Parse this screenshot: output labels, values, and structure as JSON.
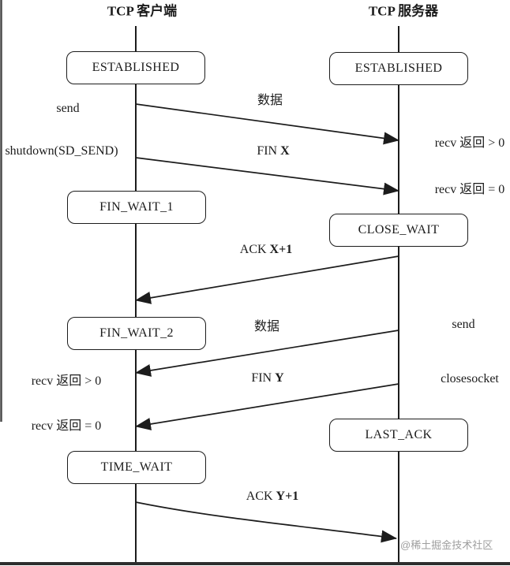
{
  "header": {
    "client_title": "TCP 客户端",
    "server_title": "TCP 服务器"
  },
  "states": {
    "established_client": "ESTABLISHED",
    "established_server": "ESTABLISHED",
    "fin_wait_1": "FIN_WAIT_1",
    "close_wait": "CLOSE_WAIT",
    "fin_wait_2": "FIN_WAIT_2",
    "last_ack": "LAST_ACK",
    "time_wait": "TIME_WAIT"
  },
  "messages": [
    {
      "text": "数据",
      "bold": "",
      "direction": "client-to-server"
    },
    {
      "text": "FIN ",
      "bold": "X",
      "direction": "client-to-server"
    },
    {
      "text": "ACK ",
      "bold": "X+1",
      "direction": "server-to-client"
    },
    {
      "text": "数据",
      "bold": "",
      "direction": "server-to-client"
    },
    {
      "text": "FIN ",
      "bold": "Y",
      "direction": "server-to-client"
    },
    {
      "text": "ACK ",
      "bold": "Y+1",
      "direction": "client-to-server"
    }
  ],
  "annotations": {
    "client_send": "send",
    "client_shutdown": "shutdown(SD_SEND)",
    "server_recv_gt0": "recv 返回 > 0",
    "server_recv_eq0": "recv 返回 = 0",
    "client_recv_gt0": "recv 返回 > 0",
    "client_recv_eq0": "recv 返回 = 0",
    "server_send": "send",
    "server_closesocket": "closesocket"
  },
  "watermark": "@稀土掘金技术社区",
  "colors": {
    "line": "#1c1c1c",
    "watermark": "#9e9e9e",
    "background": "#ffffff"
  }
}
